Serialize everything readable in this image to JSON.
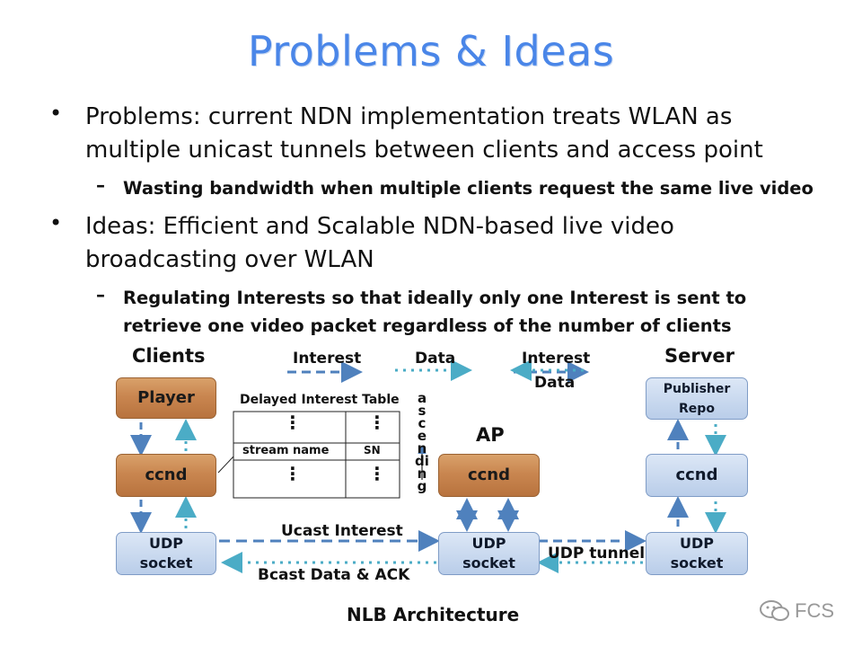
{
  "slide": {
    "title": "Problems & Ideas",
    "bullets": [
      {
        "text": "Problems: current NDN implementation treats WLAN as multiple unicast tunnels between clients and access point",
        "sub": "Wasting bandwidth when multiple clients request the same live video"
      },
      {
        "text": "Ideas: Efficient and Scalable NDN-based live video broadcasting over WLAN",
        "sub": "Regulating Interests so that ideally only one Interest is sent to retrieve one video packet regardless of the number of clients"
      }
    ],
    "bullet_symbol": "•",
    "sub_symbol": "–"
  },
  "diagram": {
    "caption": "NLB Architecture",
    "headings": {
      "clients": "Clients",
      "server": "Server",
      "ap": "AP"
    },
    "legend": {
      "interest1": "Interest",
      "data1": "Data",
      "interest2": "Interest",
      "data2": "Data"
    },
    "nodes": {
      "player": "Player",
      "client_ccnd": "ccnd",
      "client_udp": "UDP socket",
      "ap_ccnd": "ccnd",
      "ap_udp": "UDP socket",
      "publisher": "Publisher Repo",
      "server_ccnd": "ccnd",
      "server_udp": "UDP socket"
    },
    "dit": {
      "title": "Delayed Interest Table",
      "col1": "stream name",
      "col2": "SN",
      "dots": "⋮",
      "ordering": "ascending"
    },
    "links": {
      "ucast": "Ucast Interest",
      "bcast": "Bcast Data & ACK",
      "tunnel": "UDP tunnel"
    },
    "colors": {
      "dashed_arrow": "#4f81bd",
      "dotted_arrow": "#4bacc6",
      "title": "#4a86e8"
    }
  },
  "watermark": {
    "text": "FCS",
    "icon": "wechat-icon"
  }
}
